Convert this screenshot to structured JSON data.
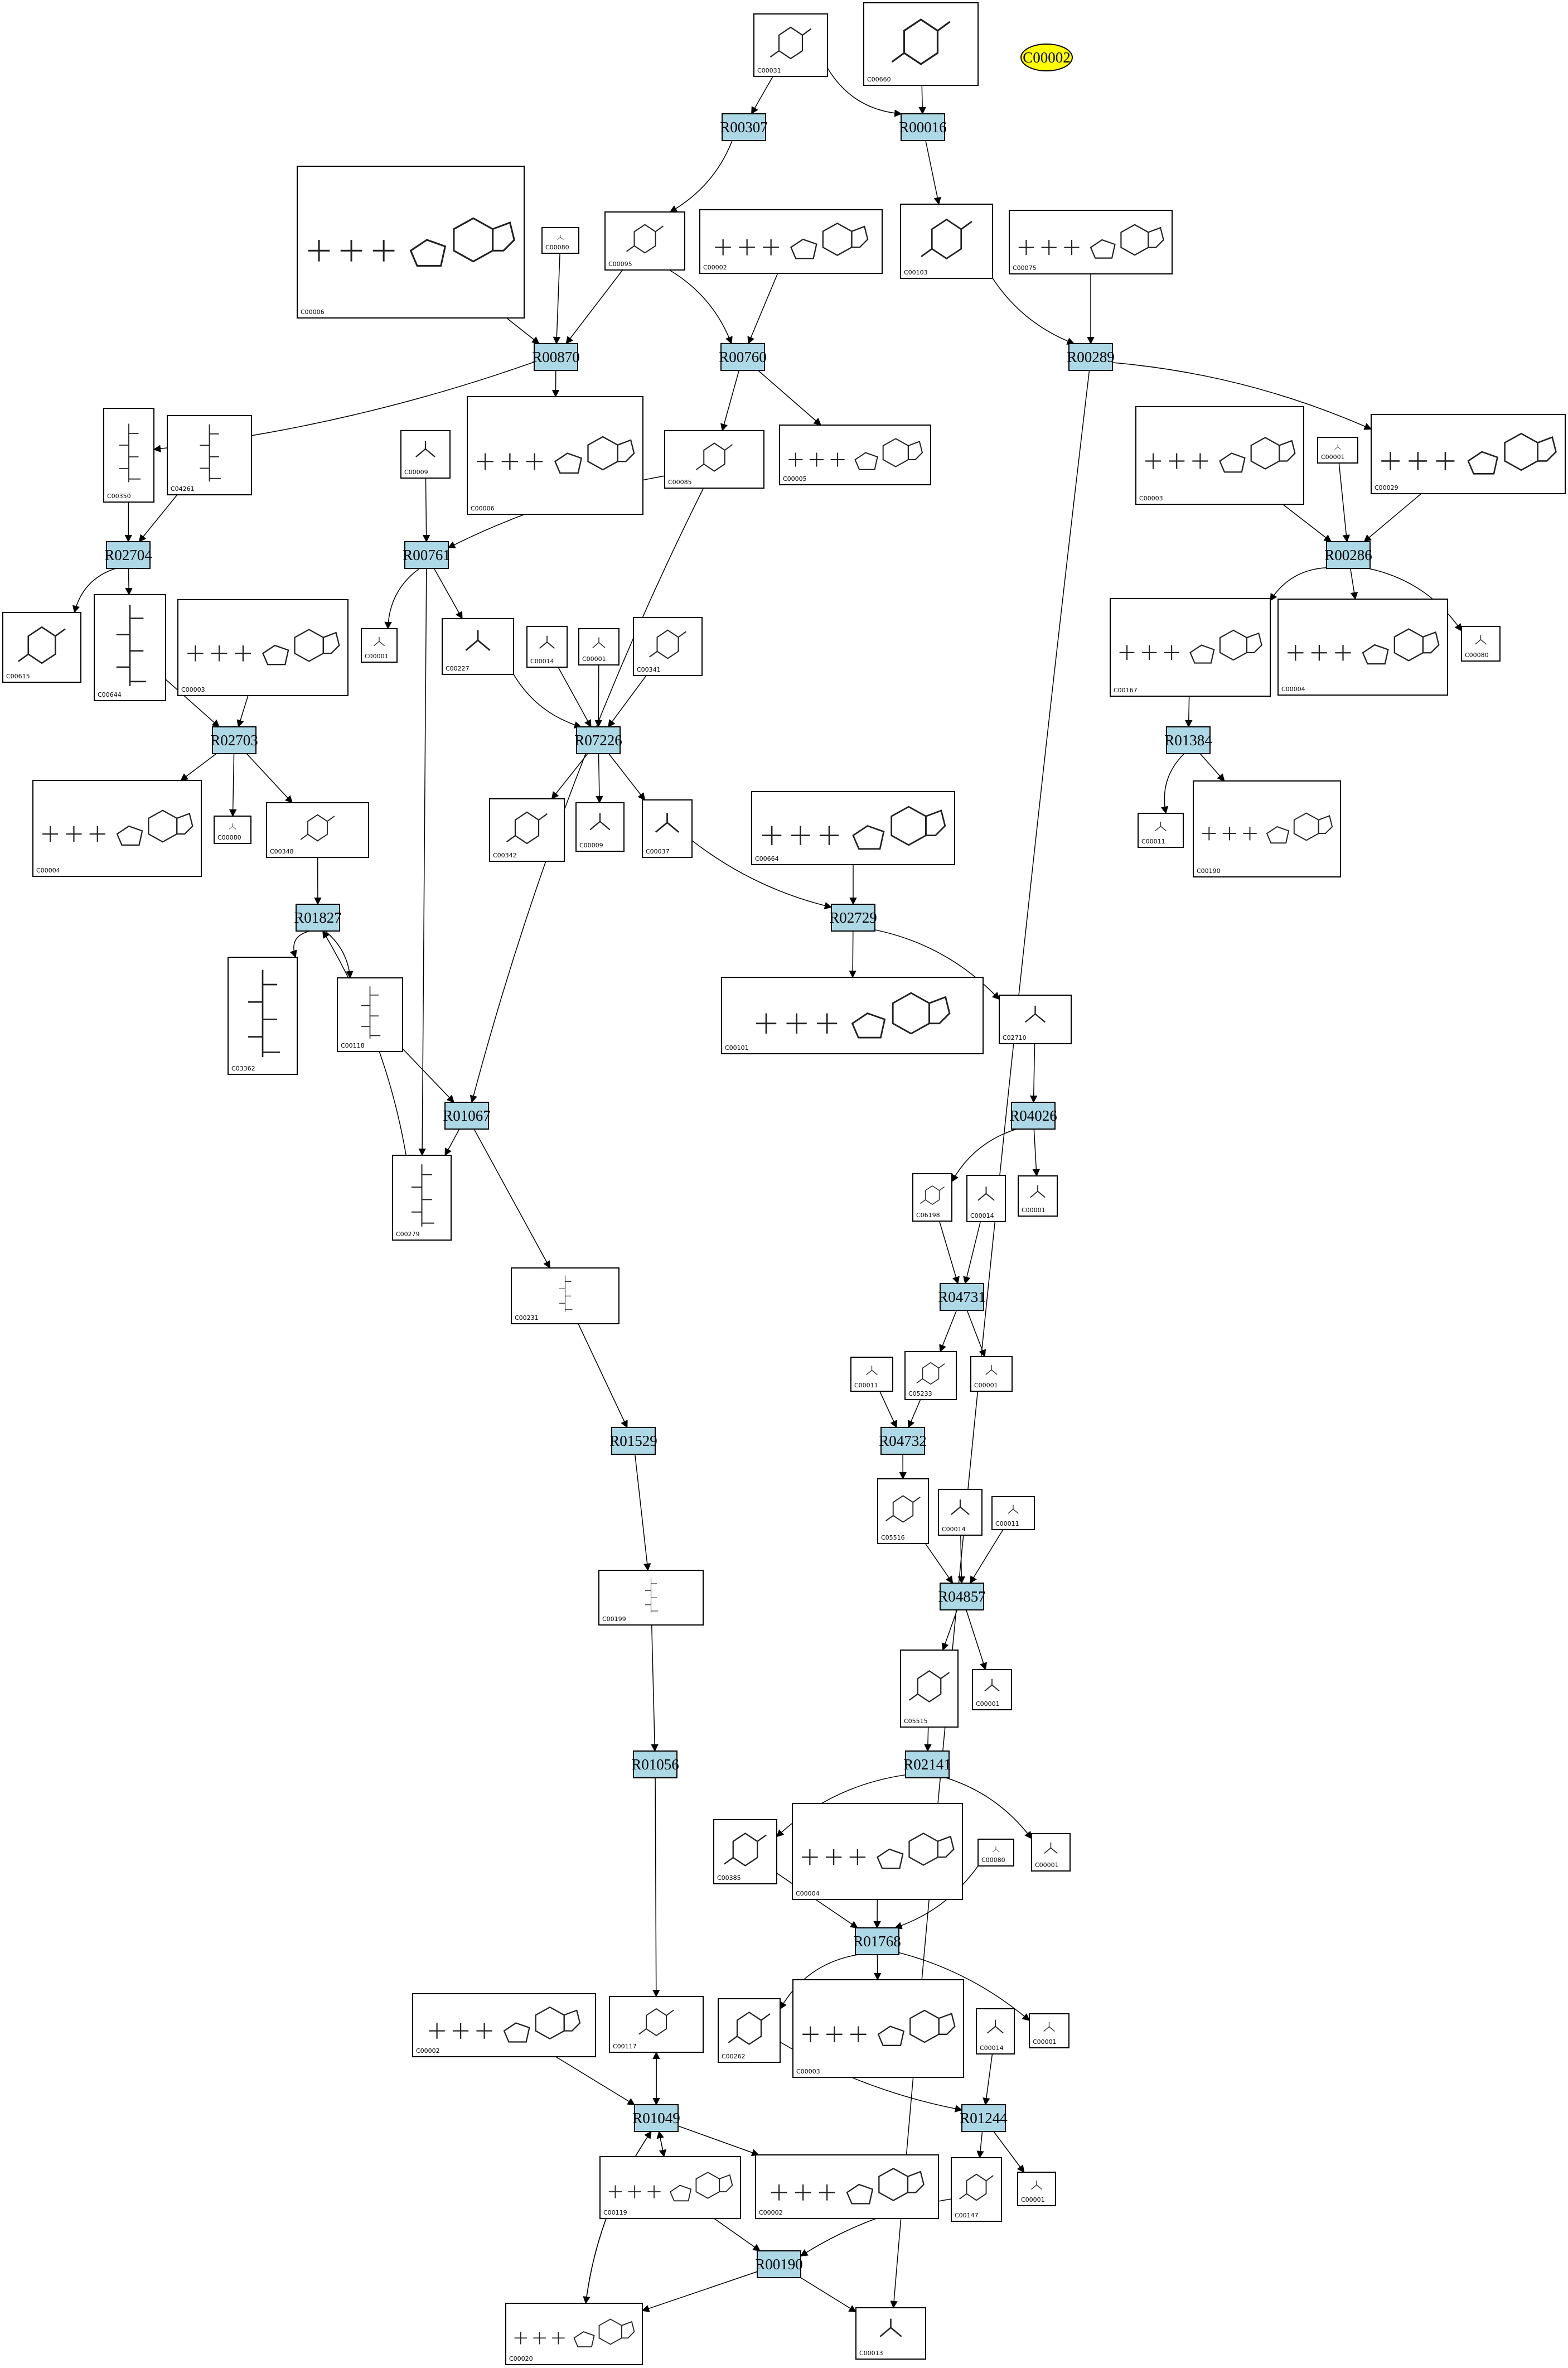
{
  "target": {
    "id": "C00002"
  },
  "reactions": [
    {
      "id": "R00307"
    },
    {
      "id": "R00016"
    },
    {
      "id": "R00870"
    },
    {
      "id": "R00760"
    },
    {
      "id": "R00289"
    },
    {
      "id": "R02704"
    },
    {
      "id": "R00761"
    },
    {
      "id": "R00286"
    },
    {
      "id": "R02703"
    },
    {
      "id": "R07226"
    },
    {
      "id": "R01384"
    },
    {
      "id": "R01827"
    },
    {
      "id": "R02729"
    },
    {
      "id": "R01067"
    },
    {
      "id": "R04026"
    },
    {
      "id": "R04731"
    },
    {
      "id": "R01529"
    },
    {
      "id": "R04732"
    },
    {
      "id": "R04857"
    },
    {
      "id": "R01056"
    },
    {
      "id": "R02141"
    },
    {
      "id": "R01768"
    },
    {
      "id": "R01049"
    },
    {
      "id": "R01244"
    },
    {
      "id": "R00190"
    }
  ],
  "compounds": [
    {
      "key": "c_0031",
      "id": "C00031"
    },
    {
      "key": "c_0660",
      "id": "C00660"
    },
    {
      "key": "c_0006a",
      "id": "C00006"
    },
    {
      "key": "c_0080a",
      "id": "C00080"
    },
    {
      "key": "c_0095",
      "id": "C00095"
    },
    {
      "key": "c_0002a",
      "id": "C00002"
    },
    {
      "key": "c_0103",
      "id": "C00103"
    },
    {
      "key": "c_0075",
      "id": "C00075"
    },
    {
      "key": "c_0350",
      "id": "C00350"
    },
    {
      "key": "c_4261",
      "id": "C04261"
    },
    {
      "key": "c_0009a",
      "id": "C00009"
    },
    {
      "key": "c_0006b",
      "id": "C00006"
    },
    {
      "key": "c_0085",
      "id": "C00085"
    },
    {
      "key": "c_0005",
      "id": "C00005"
    },
    {
      "key": "c_0003a",
      "id": "C00003"
    },
    {
      "key": "c_0001a",
      "id": "C00001"
    },
    {
      "key": "c_0029",
      "id": "C00029"
    },
    {
      "key": "c_0615",
      "id": "C00615"
    },
    {
      "key": "c_0644",
      "id": "C00644"
    },
    {
      "key": "c_0003b",
      "id": "C00003"
    },
    {
      "key": "c_0001b",
      "id": "C00001"
    },
    {
      "key": "c_0227",
      "id": "C00227"
    },
    {
      "key": "c_0014a",
      "id": "C00014"
    },
    {
      "key": "c_0001c",
      "id": "C00001"
    },
    {
      "key": "c_0341",
      "id": "C00341"
    },
    {
      "key": "c_0167",
      "id": "C00167"
    },
    {
      "key": "c_0004a",
      "id": "C00004"
    },
    {
      "key": "c_0080b",
      "id": "C00080"
    },
    {
      "key": "c_0004b",
      "id": "C00004"
    },
    {
      "key": "c_0080c",
      "id": "C00080"
    },
    {
      "key": "c_0348",
      "id": "C00348"
    },
    {
      "key": "c_0342",
      "id": "C00342"
    },
    {
      "key": "c_0009b",
      "id": "C00009"
    },
    {
      "key": "c_0037",
      "id": "C00037"
    },
    {
      "key": "c_0664",
      "id": "C00664"
    },
    {
      "key": "c_0011a",
      "id": "C00011"
    },
    {
      "key": "c_0190",
      "id": "C00190"
    },
    {
      "key": "c_3362",
      "id": "C03362"
    },
    {
      "key": "c_0118",
      "id": "C00118"
    },
    {
      "key": "c_0101",
      "id": "C00101"
    },
    {
      "key": "c_2710",
      "id": "C02710"
    },
    {
      "key": "c_0279",
      "id": "C00279"
    },
    {
      "key": "c_6198",
      "id": "C06198"
    },
    {
      "key": "c_0014b",
      "id": "C00014"
    },
    {
      "key": "c_0001d",
      "id": "C00001"
    },
    {
      "key": "c_0231",
      "id": "C00231"
    },
    {
      "key": "c_0011b",
      "id": "C00011"
    },
    {
      "key": "c_5233",
      "id": "C05233"
    },
    {
      "key": "c_0001e",
      "id": "C00001"
    },
    {
      "key": "c_5516",
      "id": "C05516"
    },
    {
      "key": "c_0014c",
      "id": "C00014"
    },
    {
      "key": "c_0011c",
      "id": "C00011"
    },
    {
      "key": "c_0199",
      "id": "C00199"
    },
    {
      "key": "c_5515",
      "id": "C05515"
    },
    {
      "key": "c_0001f",
      "id": "C00001"
    },
    {
      "key": "c_0001g",
      "id": "C00001"
    },
    {
      "key": "c_0385",
      "id": "C00385"
    },
    {
      "key": "c_0004c",
      "id": "C00004"
    },
    {
      "key": "c_0080d",
      "id": "C00080"
    },
    {
      "key": "c_0002b",
      "id": "C00002"
    },
    {
      "key": "c_0117",
      "id": "C00117"
    },
    {
      "key": "c_0262",
      "id": "C00262"
    },
    {
      "key": "c_0003c",
      "id": "C00003"
    },
    {
      "key": "c_0014d",
      "id": "C00014"
    },
    {
      "key": "c_0001h",
      "id": "C00001"
    },
    {
      "key": "c_0119",
      "id": "C00119"
    },
    {
      "key": "c_0002c",
      "id": "C00002"
    },
    {
      "key": "c_0147",
      "id": "C00147"
    },
    {
      "key": "c_0001i",
      "id": "C00001"
    },
    {
      "key": "c_0020",
      "id": "C00020"
    },
    {
      "key": "c_0013",
      "id": "C00013"
    }
  ]
}
